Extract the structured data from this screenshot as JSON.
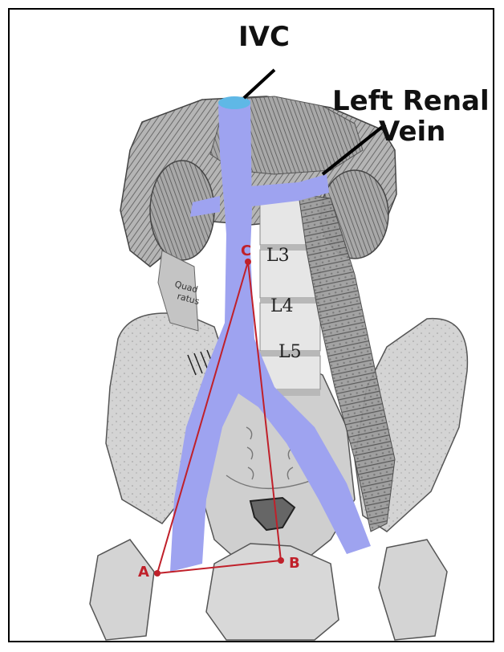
{
  "labels": {
    "ivc": "IVC",
    "left_renal_line1": "Left Renal",
    "left_renal_line2": "Vein",
    "vertebrae": [
      "L3",
      "L4",
      "L5"
    ],
    "muscle_text_1": "Quad",
    "muscle_text_2": "ratus"
  },
  "points": {
    "a": "A",
    "b": "B",
    "c": "C"
  },
  "colors": {
    "vein": "#9ea3f0",
    "vein_top": "#5fb8e6",
    "triangle": "#c0202a",
    "bone": "#d9d9d9",
    "muscle": "#8a8a8a"
  }
}
